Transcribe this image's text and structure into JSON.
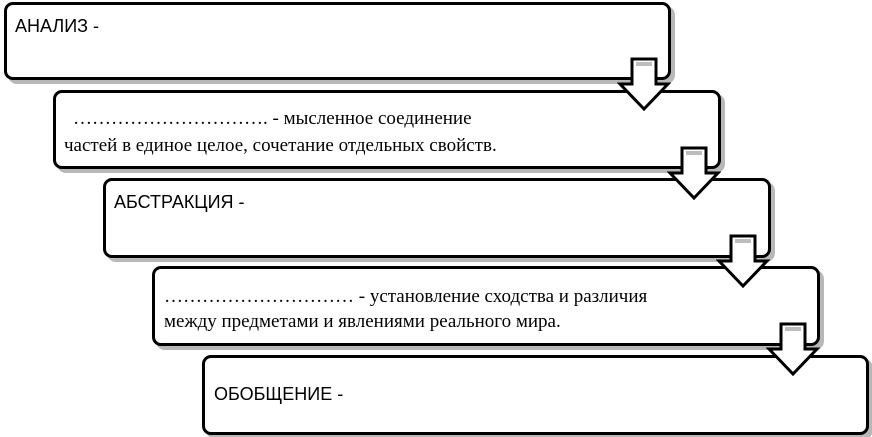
{
  "steps": [
    {
      "text": "АНАЛИЗ -"
    },
    {
      "line1": "…………………………. - мысленное соединение",
      "line2": "частей в единое целое, сочетание отдельных свойств."
    },
    {
      "text": "АБСТРАКЦИЯ -"
    },
    {
      "line1": "………………………… - установление сходства и различия",
      "line2": "между предметами и явлениями реального мира."
    },
    {
      "text": "ОБОБЩЕНИЕ -"
    }
  ],
  "connectors": [
    "down-arrow-icon",
    "down-arrow-icon",
    "down-arrow-icon",
    "down-arrow-icon"
  ]
}
